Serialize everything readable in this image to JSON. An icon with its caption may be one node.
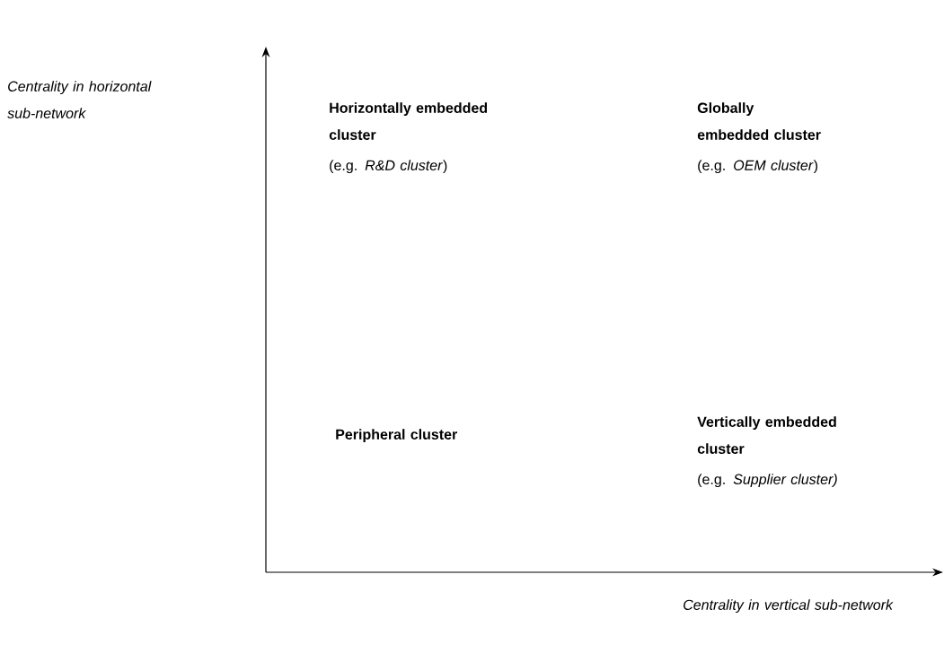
{
  "diagram": {
    "labels": [
      "Centrality in horizontal sub-network",
      "Horizontally embedded cluster",
      "(e.g. *R&D cluster*)",
      "Globally embedded cluster",
      "(e.g. *OEM cluster*)",
      "Peripheral cluster",
      "Vertically embedded cluster",
      "(e.g. *Supplier cluster)*",
      "Centrality in vertical sub-network"
    ]
  }
}
